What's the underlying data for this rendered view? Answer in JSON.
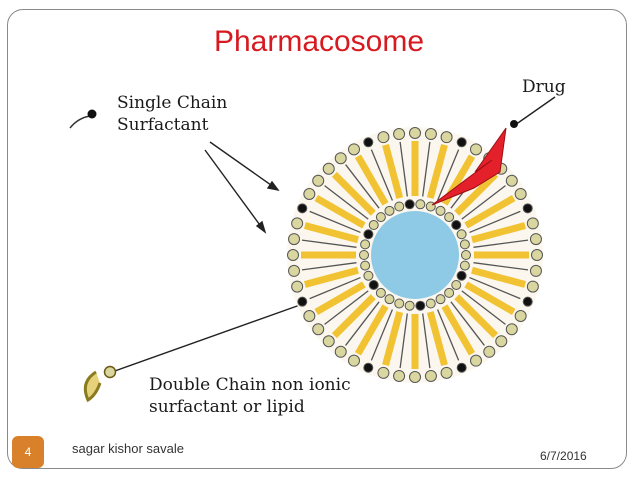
{
  "slide": {
    "title": "Pharmacosome",
    "page_number": "4",
    "author": "sagar kishor savale",
    "date": "6/7/2016"
  },
  "diagram": {
    "labels": {
      "single_chain": [
        "Single Chain",
        "Surfactant"
      ],
      "drug": "Drug",
      "double_chain": [
        "Double Chain non ionic",
        "surfactant or lipid"
      ]
    },
    "colors": {
      "title": "#d71920",
      "core": "#8ecae6",
      "tail": "#f1c232",
      "head": "#d9d6a0",
      "drug": "#e4202a",
      "badge": "#d8812a"
    }
  }
}
